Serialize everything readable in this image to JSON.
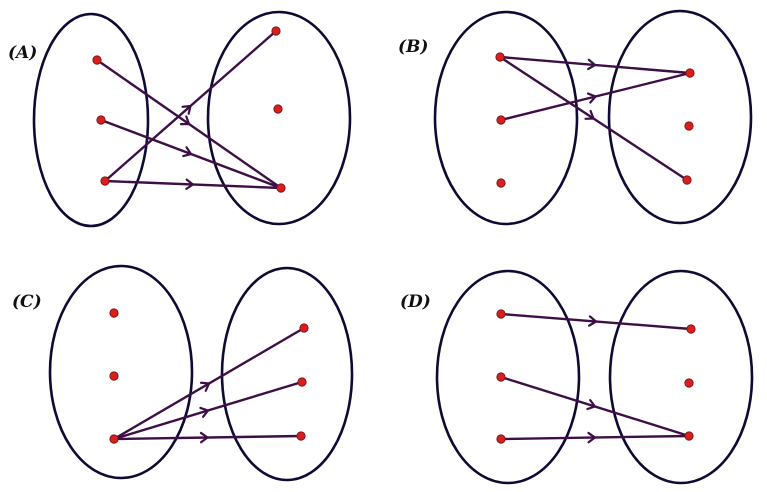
{
  "diagrams": [
    {
      "label": "(A)",
      "left_points": 3,
      "right_points": 3,
      "mappings": [
        [
          0,
          2
        ],
        [
          1,
          2
        ],
        [
          2,
          2
        ],
        [
          2,
          0
        ]
      ]
    },
    {
      "label": "(B)",
      "left_points": 3,
      "right_points": 3,
      "mappings": [
        [
          0,
          0
        ],
        [
          0,
          2
        ],
        [
          1,
          0
        ]
      ]
    },
    {
      "label": "(C)",
      "left_points": 3,
      "right_points": 3,
      "mappings": [
        [
          2,
          0
        ],
        [
          2,
          1
        ],
        [
          2,
          2
        ]
      ]
    },
    {
      "label": "(D)",
      "left_points": 3,
      "right_points": 3,
      "mappings": [
        [
          0,
          0
        ],
        [
          1,
          2
        ],
        [
          2,
          2
        ]
      ]
    }
  ],
  "colors": {
    "set_outline": "#0d0a33",
    "mapping_arrow": "#3d0f46",
    "point_fill": "#d81e1e"
  }
}
